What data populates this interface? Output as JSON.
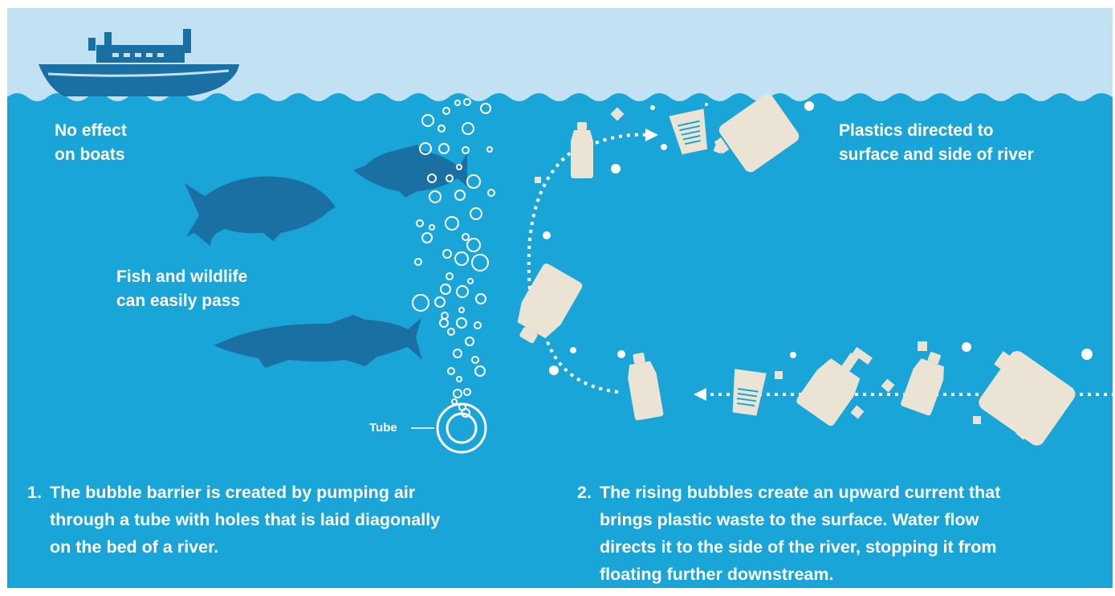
{
  "labels": {
    "boats": [
      "No effect",
      "on boats"
    ],
    "fish": [
      "Fish and wildlife",
      "can easily pass"
    ],
    "plastics": [
      "Plastics directed to",
      "surface and side of river"
    ],
    "tube": "Tube"
  },
  "steps": [
    {
      "number": "1.",
      "lines": [
        "The bubble barrier is created by pumping air",
        "through a tube with holes that is laid diagonally",
        "on the bed of a river."
      ]
    },
    {
      "number": "2.",
      "lines": [
        "The rising bubbles create an upward current that",
        "brings plastic waste to the surface. Water flow",
        "directs it to the side of the river, stopping it from",
        "floating further downstream."
      ]
    }
  ],
  "icons": [
    "boat-icon",
    "fish-icon",
    "perch-icon",
    "pike-icon",
    "bubble-icon",
    "tube-icon",
    "bottle-icon",
    "cup-icon",
    "jerrycan-icon",
    "spray-bottle-icon",
    "flow-arrow-icon"
  ],
  "colors": {
    "sky": "#c2e1f3",
    "water": "#1aa5d8",
    "silhouette": "#1a6fa3",
    "plastic": "#ebe4d4",
    "text": "#ffffff"
  }
}
